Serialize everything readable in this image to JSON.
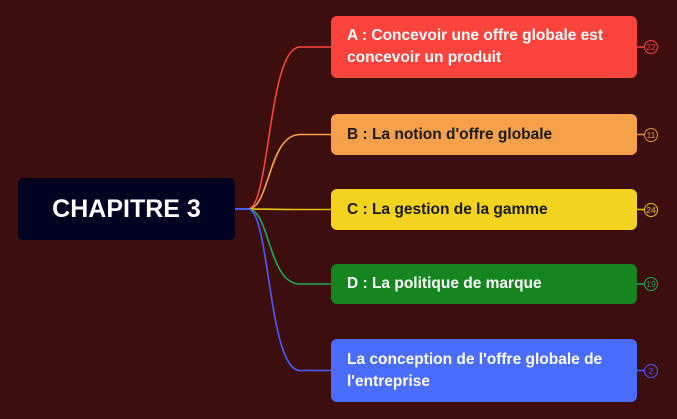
{
  "root": {
    "label": "CHAPITRE 3",
    "color": "#000222"
  },
  "branches": [
    {
      "label": "A : Concevoir une offre globale est concevoir un produit",
      "badge": "22",
      "color": "#fc443c",
      "text_color": "#ffffff"
    },
    {
      "label": "B : La notion d'offre globale",
      "badge": "11",
      "color": "#f7a04b",
      "text_color": "#1a1a1a"
    },
    {
      "label": "C : La gestion de la gamme",
      "badge": "24",
      "color": "#f2d31f",
      "text_color": "#1a1a1a"
    },
    {
      "label": "D : La politique de marque",
      "badge": "19",
      "color": "#15861f",
      "text_color": "#ffffff"
    },
    {
      "label": "La conception de l'offre globale de l'entreprise",
      "badge": "2",
      "color": "#4a6cff",
      "text_color": "#ffffff"
    }
  ]
}
